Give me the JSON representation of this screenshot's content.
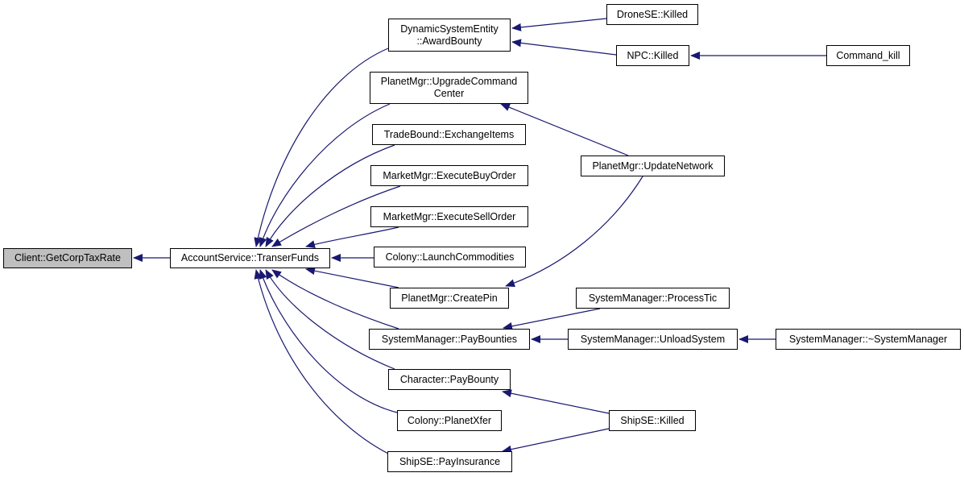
{
  "graph": {
    "type": "call-graph",
    "edge_color": "#191970",
    "root_fill": "#bfbfbf",
    "nodes": {
      "getcorptaxrate": "Client::GetCorpTaxRate",
      "transerfunds": "AccountService::TranserFunds",
      "awardbounty": "DynamicSystemEntity\n::AwardBounty",
      "upgradecc": "PlanetMgr::UpgradeCommand\nCenter",
      "exchangeitems": "TradeBound::ExchangeItems",
      "executebuy": "MarketMgr::ExecuteBuyOrder",
      "executesell": "MarketMgr::ExecuteSellOrder",
      "launchcommodities": "Colony::LaunchCommodities",
      "createpin": "PlanetMgr::CreatePin",
      "paybounties": "SystemManager::PayBounties",
      "paybounty": "Character::PayBounty",
      "planetxfer": "Colony::PlanetXfer",
      "payinsurance": "ShipSE::PayInsurance",
      "dronekilled": "DroneSE::Killed",
      "npckilled": "NPC::Killed",
      "commandkill": "Command_kill",
      "updatenetwork": "PlanetMgr::UpdateNetwork",
      "processtic": "SystemManager::ProcessTic",
      "unloadsystem": "SystemManager::UnloadSystem",
      "dtor": "SystemManager::~SystemManager",
      "shipkilled": "ShipSE::Killed"
    },
    "edges": [
      [
        "transerfunds",
        "getcorptaxrate"
      ],
      [
        "awardbounty",
        "transerfunds"
      ],
      [
        "upgradecc",
        "transerfunds"
      ],
      [
        "exchangeitems",
        "transerfunds"
      ],
      [
        "executebuy",
        "transerfunds"
      ],
      [
        "executesell",
        "transerfunds"
      ],
      [
        "launchcommodities",
        "transerfunds"
      ],
      [
        "createpin",
        "transerfunds"
      ],
      [
        "paybounties",
        "transerfunds"
      ],
      [
        "paybounty",
        "transerfunds"
      ],
      [
        "planetxfer",
        "transerfunds"
      ],
      [
        "payinsurance",
        "transerfunds"
      ],
      [
        "dronekilled",
        "awardbounty"
      ],
      [
        "npckilled",
        "awardbounty"
      ],
      [
        "commandkill",
        "npckilled"
      ],
      [
        "updatenetwork",
        "upgradecc"
      ],
      [
        "updatenetwork",
        "createpin"
      ],
      [
        "processtic",
        "paybounties"
      ],
      [
        "unloadsystem",
        "paybounties"
      ],
      [
        "dtor",
        "unloadsystem"
      ],
      [
        "shipkilled",
        "paybounty"
      ],
      [
        "shipkilled",
        "payinsurance"
      ]
    ]
  }
}
